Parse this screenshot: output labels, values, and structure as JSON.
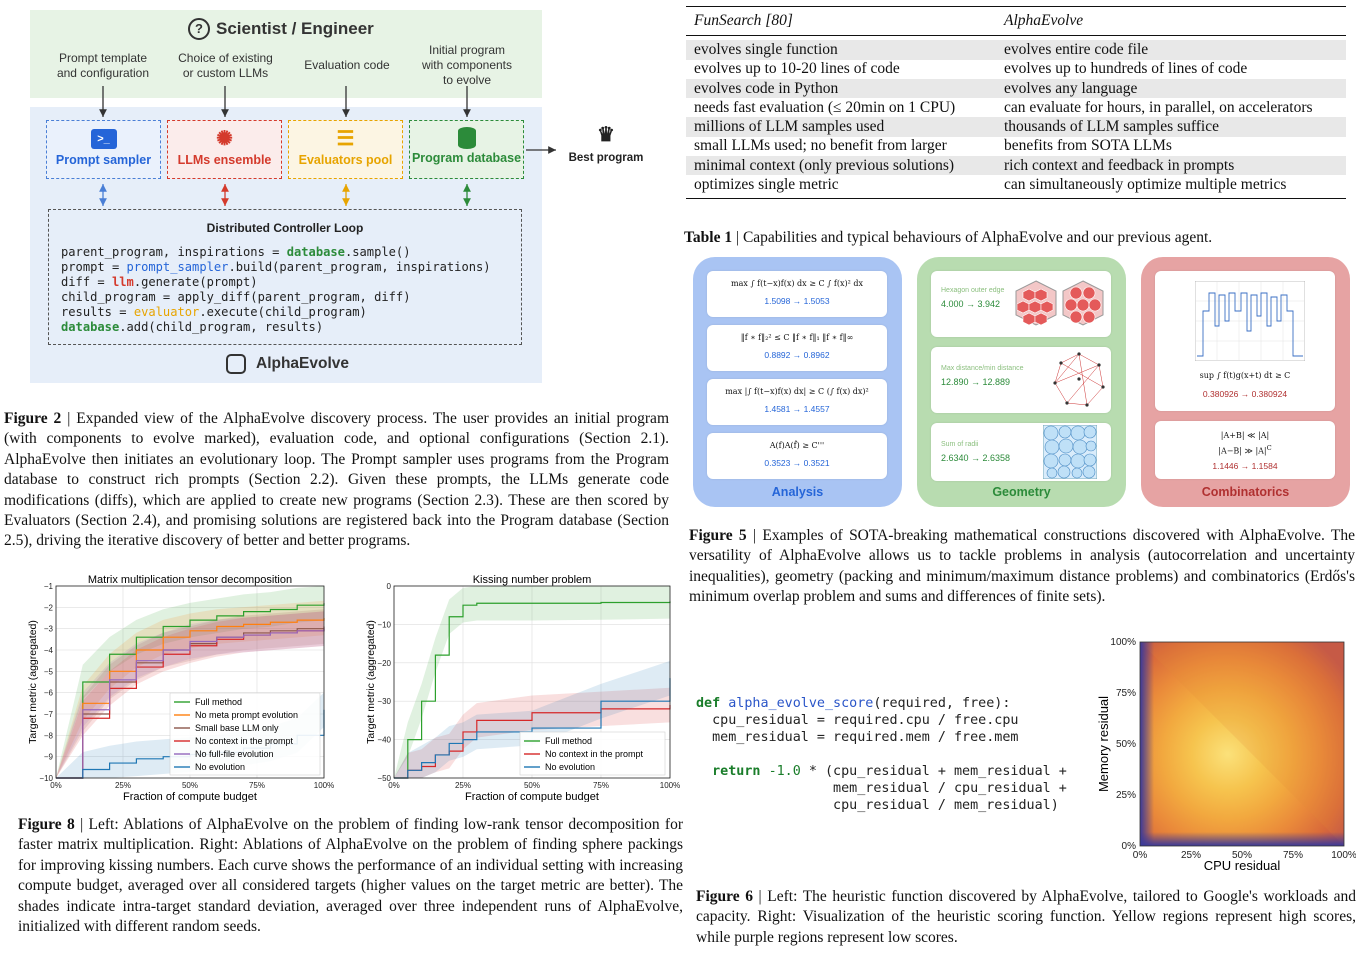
{
  "fig2": {
    "scientist": "Scientist / Engineer",
    "inputs": [
      "Prompt template\nand configuration",
      "Choice of existing\nor custom LLMs",
      "Evaluation code",
      "Initial program\nwith components\nto evolve"
    ],
    "modules": [
      "Prompt sampler",
      "LLMs ensemble",
      "Evaluators pool",
      "Program database"
    ],
    "best": "Best program",
    "loop_title": "Distributed Controller Loop",
    "brand": "AlphaEvolve",
    "caption_label": "Figure 2",
    "caption_text": " | Expanded view of the AlphaEvolve discovery process. The user provides an initial program (with components to evolve marked), evaluation code, and optional configurations (Section 2.1). AlphaEvolve then initiates an evolutionary loop. The Prompt sampler uses programs from the Program database to construct rich prompts (Section 2.2). Given these prompts, the LLMs generate code modifications (diffs), which are applied to create new programs (Section 2.3). These are then scored by Evaluators (Section 2.4), and promising solutions are registered back into the Program database (Section 2.5), driving the iterative discovery of better and better programs."
  },
  "table1": {
    "headers": [
      "FunSearch [80]",
      "AlphaEvolve"
    ],
    "rows": [
      [
        "evolves single function",
        "evolves entire code file"
      ],
      [
        "evolves up to 10-20 lines of code",
        "evolves up to hundreds of lines of code"
      ],
      [
        "evolves code in Python",
        "evolves any language"
      ],
      [
        "needs fast evaluation (≤ 20min on 1 CPU)",
        "can evaluate for hours, in parallel, on accelerators"
      ],
      [
        "millions of LLM samples used",
        "thousands of LLM samples suffice"
      ],
      [
        "small LLMs used; no benefit from larger",
        "benefits from SOTA LLMs"
      ],
      [
        "minimal context (only previous solutions)",
        "rich context and feedback in prompts"
      ],
      [
        "optimizes single metric",
        "can simultaneously optimize multiple metrics"
      ]
    ],
    "caption_label": "Table 1",
    "caption_text": " | Capabilities and typical behaviours of AlphaEvolve and our previous agent."
  },
  "fig5": {
    "panels": [
      "Analysis",
      "Geometry",
      "Combinatorics"
    ],
    "analysis": [
      "1.5098 → 1.5053",
      "0.8892 → 0.8962",
      "1.4581 → 1.4557",
      "0.3523 → 0.3521"
    ],
    "geometry": [
      {
        "label": "Hexagon outer edge",
        "value": "4.000 → 3.942"
      },
      {
        "label": "Max distance/min distance",
        "value": "12.890 → 12.889"
      },
      {
        "label": "Sum of radii",
        "value": "2.6340 → 2.6358"
      }
    ],
    "combinatorics": [
      "0.380926 → 0.380924",
      "1.1446 → 1.1584"
    ],
    "caption_label": "Figure 5",
    "caption_text": " | Examples of SOTA-breaking mathematical constructions discovered with AlphaEvolve. The versatility of AlphaEvolve allows us to tackle problems in analysis (autocorrelation and uncertainty inequalities), geometry (packing and minimum/maximum distance problems) and combinatorics (Erdős's minimum overlap problem and sums and differences of finite sets)."
  },
  "fig6": {
    "code": [
      "def alpha_evolve_score(required, free):",
      "  cpu_residual = required.cpu / free.cpu",
      "  mem_residual = required.mem / free.mem",
      "",
      "  return -1.0 * (cpu_residual + mem_residual +",
      "                 mem_residual / cpu_residual +",
      "                 cpu_residual / mem_residual)"
    ],
    "xlabel": "CPU residual",
    "ylabel": "Memory residual",
    "xticks": [
      "0%",
      "25%",
      "50%",
      "75%",
      "100%"
    ],
    "yticks": [
      "0%",
      "25%",
      "50%",
      "75%",
      "100%"
    ],
    "caption_label": "Figure 6",
    "caption_text": " | Left: The heuristic function discovered by AlphaEvolve, tailored to Google's workloads and capacity. Right: Visualization of the heuristic scoring function. Yellow regions represent high scores, while purple regions represent low scores."
  },
  "chart_data": [
    {
      "type": "line",
      "title": "Matrix multiplication tensor decomposition",
      "xlabel": "Fraction of compute budget",
      "ylabel": "Target metric (aggregated)",
      "xlim": [
        0,
        1
      ],
      "ylim": [
        -10,
        -1
      ],
      "x": [
        0,
        0.1,
        0.2,
        0.3,
        0.4,
        0.5,
        0.6,
        0.7,
        0.8,
        0.9,
        1.0
      ],
      "series": [
        {
          "name": "Full method",
          "color": "#2ca02c",
          "values": [
            -10,
            -5.5,
            -4.2,
            -3.4,
            -2.9,
            -2.6,
            -2.4,
            -2.2,
            -2.1,
            -1.9,
            -1.8
          ]
        },
        {
          "name": "No meta prompt evolution",
          "color": "#ff7f0e",
          "values": [
            -10,
            -6.5,
            -5.0,
            -4.0,
            -3.4,
            -3.1,
            -2.9,
            -2.8,
            -2.7,
            -2.6,
            -2.5
          ]
        },
        {
          "name": "Small base LLM only",
          "color": "#8c564b",
          "values": [
            -10,
            -7.0,
            -5.5,
            -4.6,
            -4.0,
            -3.7,
            -3.4,
            -3.2,
            -3.1,
            -3.0,
            -2.9
          ]
        },
        {
          "name": "No context in the prompt",
          "color": "#d62728",
          "values": [
            -10,
            -7.2,
            -5.8,
            -4.8,
            -4.2,
            -3.8,
            -3.5,
            -3.3,
            -3.2,
            -3.1,
            -3.0
          ]
        },
        {
          "name": "No full-file evolution",
          "color": "#9467bd",
          "values": [
            -10,
            -6.8,
            -5.4,
            -4.5,
            -4.0,
            -3.6,
            -3.4,
            -3.3,
            -3.2,
            -3.1,
            -3.0
          ]
        },
        {
          "name": "No evolution",
          "color": "#1f77b4",
          "values": [
            -10,
            -9.6,
            -9.3,
            -9.1,
            -9.0,
            -8.9,
            -8.8,
            -8.6,
            -8.4,
            -8.0,
            -6.8
          ]
        }
      ],
      "xticks": [
        "0%",
        "25%",
        "50%",
        "75%",
        "100%"
      ],
      "yticks": [
        "−1",
        "−2",
        "−3",
        "−4",
        "−5",
        "−6",
        "−7",
        "−8",
        "−9",
        "−10"
      ]
    },
    {
      "type": "line",
      "title": "Kissing number problem",
      "xlabel": "Fraction of compute budget",
      "ylabel": "Target metric (aggregated)",
      "xlim": [
        0,
        1
      ],
      "ylim": [
        -50,
        0
      ],
      "x": [
        0,
        0.05,
        0.1,
        0.15,
        0.2,
        0.25,
        0.3,
        0.5,
        0.75,
        1.0
      ],
      "series": [
        {
          "name": "Full method",
          "color": "#2ca02c",
          "values": [
            -50,
            -40,
            -30,
            -18,
            -8,
            -5,
            -4.5,
            -4.5,
            -4.3,
            -4.0
          ]
        },
        {
          "name": "No context in the prompt",
          "color": "#d62728",
          "values": [
            -50,
            -48,
            -47,
            -44,
            -43,
            -38,
            -35,
            -33,
            -32,
            -31
          ]
        },
        {
          "name": "No evolution",
          "color": "#1f77b4",
          "values": [
            -50,
            -48,
            -46,
            -44,
            -41,
            -40,
            -38,
            -37,
            -30,
            -24
          ]
        }
      ],
      "xticks": [
        "0%",
        "25%",
        "50%",
        "75%",
        "100%"
      ],
      "yticks": [
        "0",
        "−10",
        "−20",
        "−30",
        "−40",
        "−50"
      ]
    }
  ],
  "fig8": {
    "caption_label": "Figure 8",
    "caption_text": " | Left: Ablations of AlphaEvolve on the problem of finding low-rank tensor decomposition for faster matrix multiplication. Right: Ablations of AlphaEvolve on the problem of finding sphere packings for improving kissing numbers. Each curve shows the performance of an individual setting with increasing compute budget, averaged over all considered targets (higher values on the target metric are better). The shades indicate intra-target standard deviation, averaged over three independent runs of AlphaEvolve, initialized with different random seeds."
  },
  "colors": {
    "green": "#2c8b3a",
    "blue": "#2565d8",
    "red": "#d43a2c",
    "yellow": "#e7a400"
  }
}
